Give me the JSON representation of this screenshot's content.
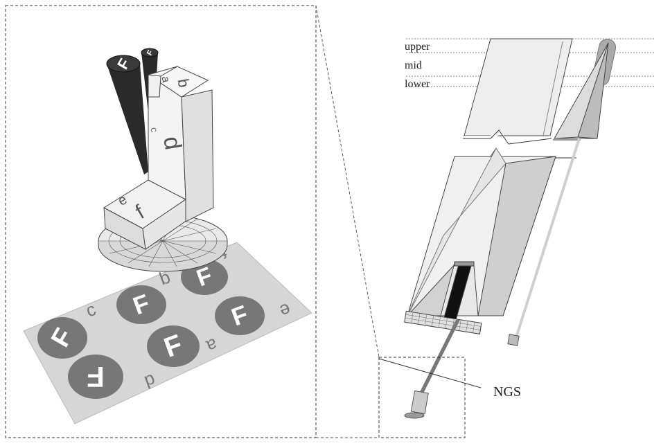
{
  "level_labels": {
    "upper": "upper",
    "mid": "mid",
    "lower": "lower"
  },
  "ngs_label": "NGS",
  "column_faces": {
    "top_a": "a",
    "top_b": "b",
    "face_c": "c",
    "face_d": "d",
    "base_e": "e",
    "base_f": "f"
  },
  "cylinder_glyphs": {
    "large": "F",
    "small": "F"
  },
  "plate_letters": [
    "b",
    "c",
    "d",
    "a",
    "e",
    "f"
  ],
  "plate_glyph": "F",
  "colors": {
    "dark_cylinder": "#2a2a2a",
    "light_prism": "#eeeeee",
    "shadow_gray": "#cfcfcf",
    "plate": "#d6d6d6",
    "disc": "#777777",
    "line": "#333333"
  }
}
